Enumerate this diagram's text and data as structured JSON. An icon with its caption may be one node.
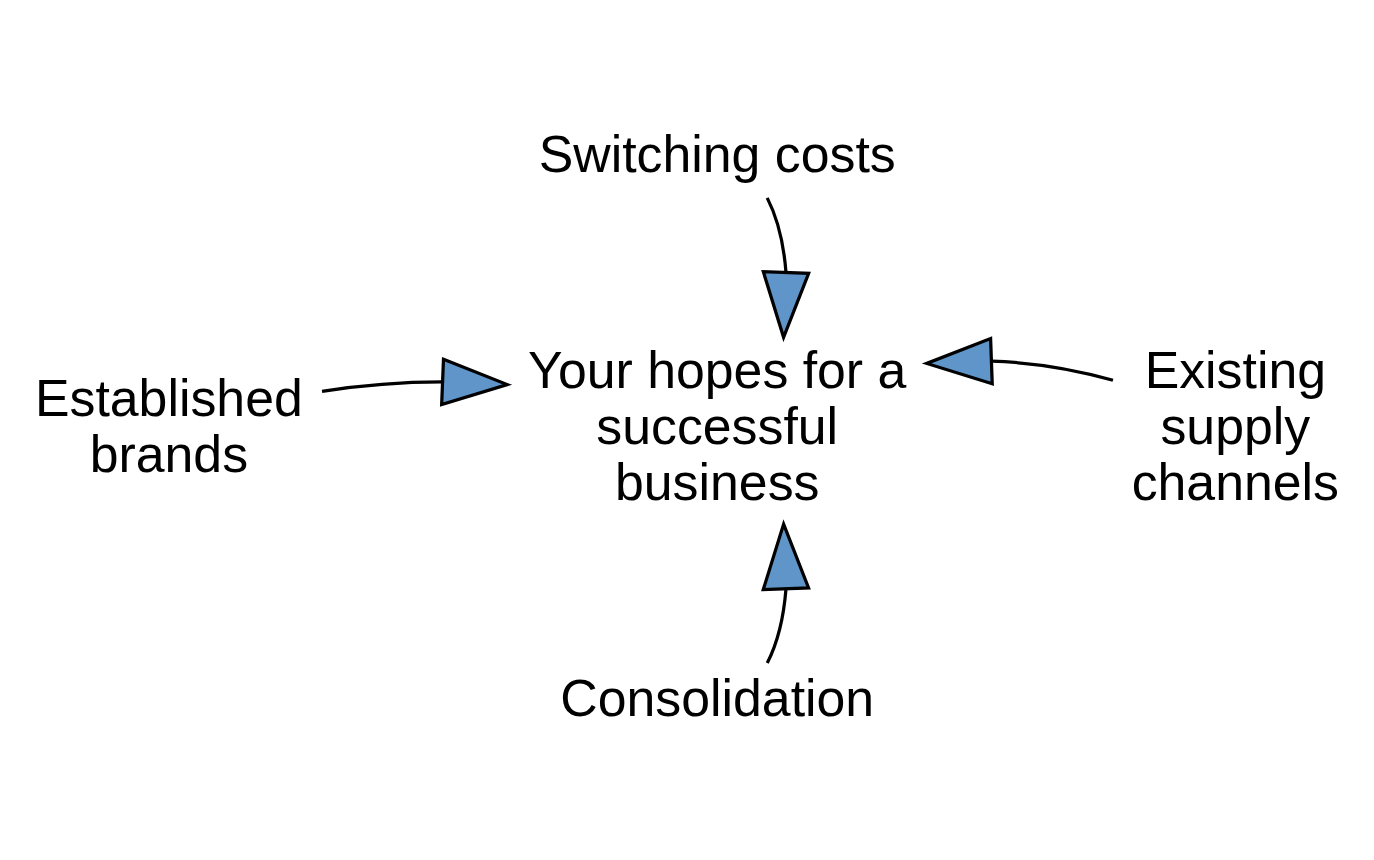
{
  "diagram": {
    "nodes": [
      {
        "text": [
          "Switching costs"
        ]
      },
      {
        "text": [
          "Established brands"
        ]
      },
      {
        "text": [
          "Your hopes for a successful business"
        ]
      },
      {
        "text": [
          "Existing supply channels"
        ]
      },
      {
        "text": [
          "Consolidation"
        ]
      }
    ],
    "edges": [
      {
        "from": 0,
        "to": 2,
        "arrow": "to"
      },
      {
        "from": 1,
        "to": 2,
        "arrow": "to"
      },
      {
        "from": 3,
        "to": 2,
        "arrow": "to"
      },
      {
        "from": 4,
        "to": 2,
        "arrow": "to"
      }
    ]
  }
}
